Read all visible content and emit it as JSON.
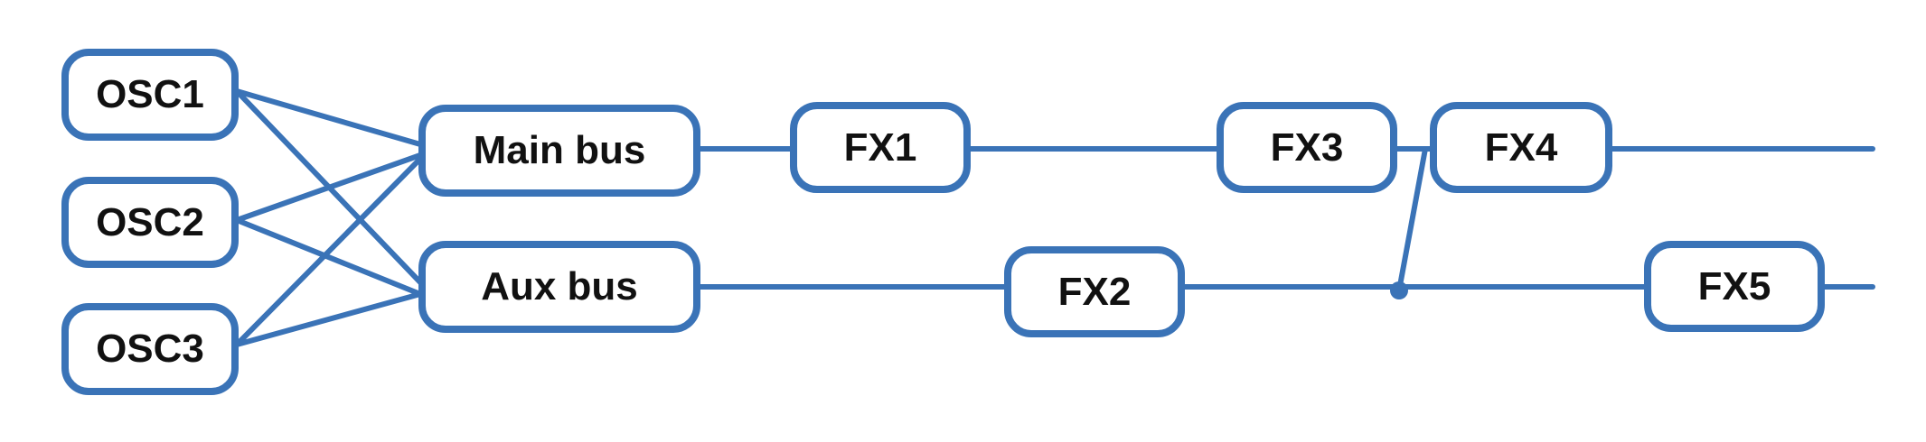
{
  "colors": {
    "stroke": "#3a73b7",
    "text": "#111111",
    "background": "#ffffff"
  },
  "nodes": {
    "osc1": "OSC1",
    "osc2": "OSC2",
    "osc3": "OSC3",
    "main_bus": "Main bus",
    "aux_bus": "Aux bus",
    "fx1": "FX1",
    "fx2": "FX2",
    "fx3": "FX3",
    "fx4": "FX4",
    "fx5": "FX5"
  }
}
